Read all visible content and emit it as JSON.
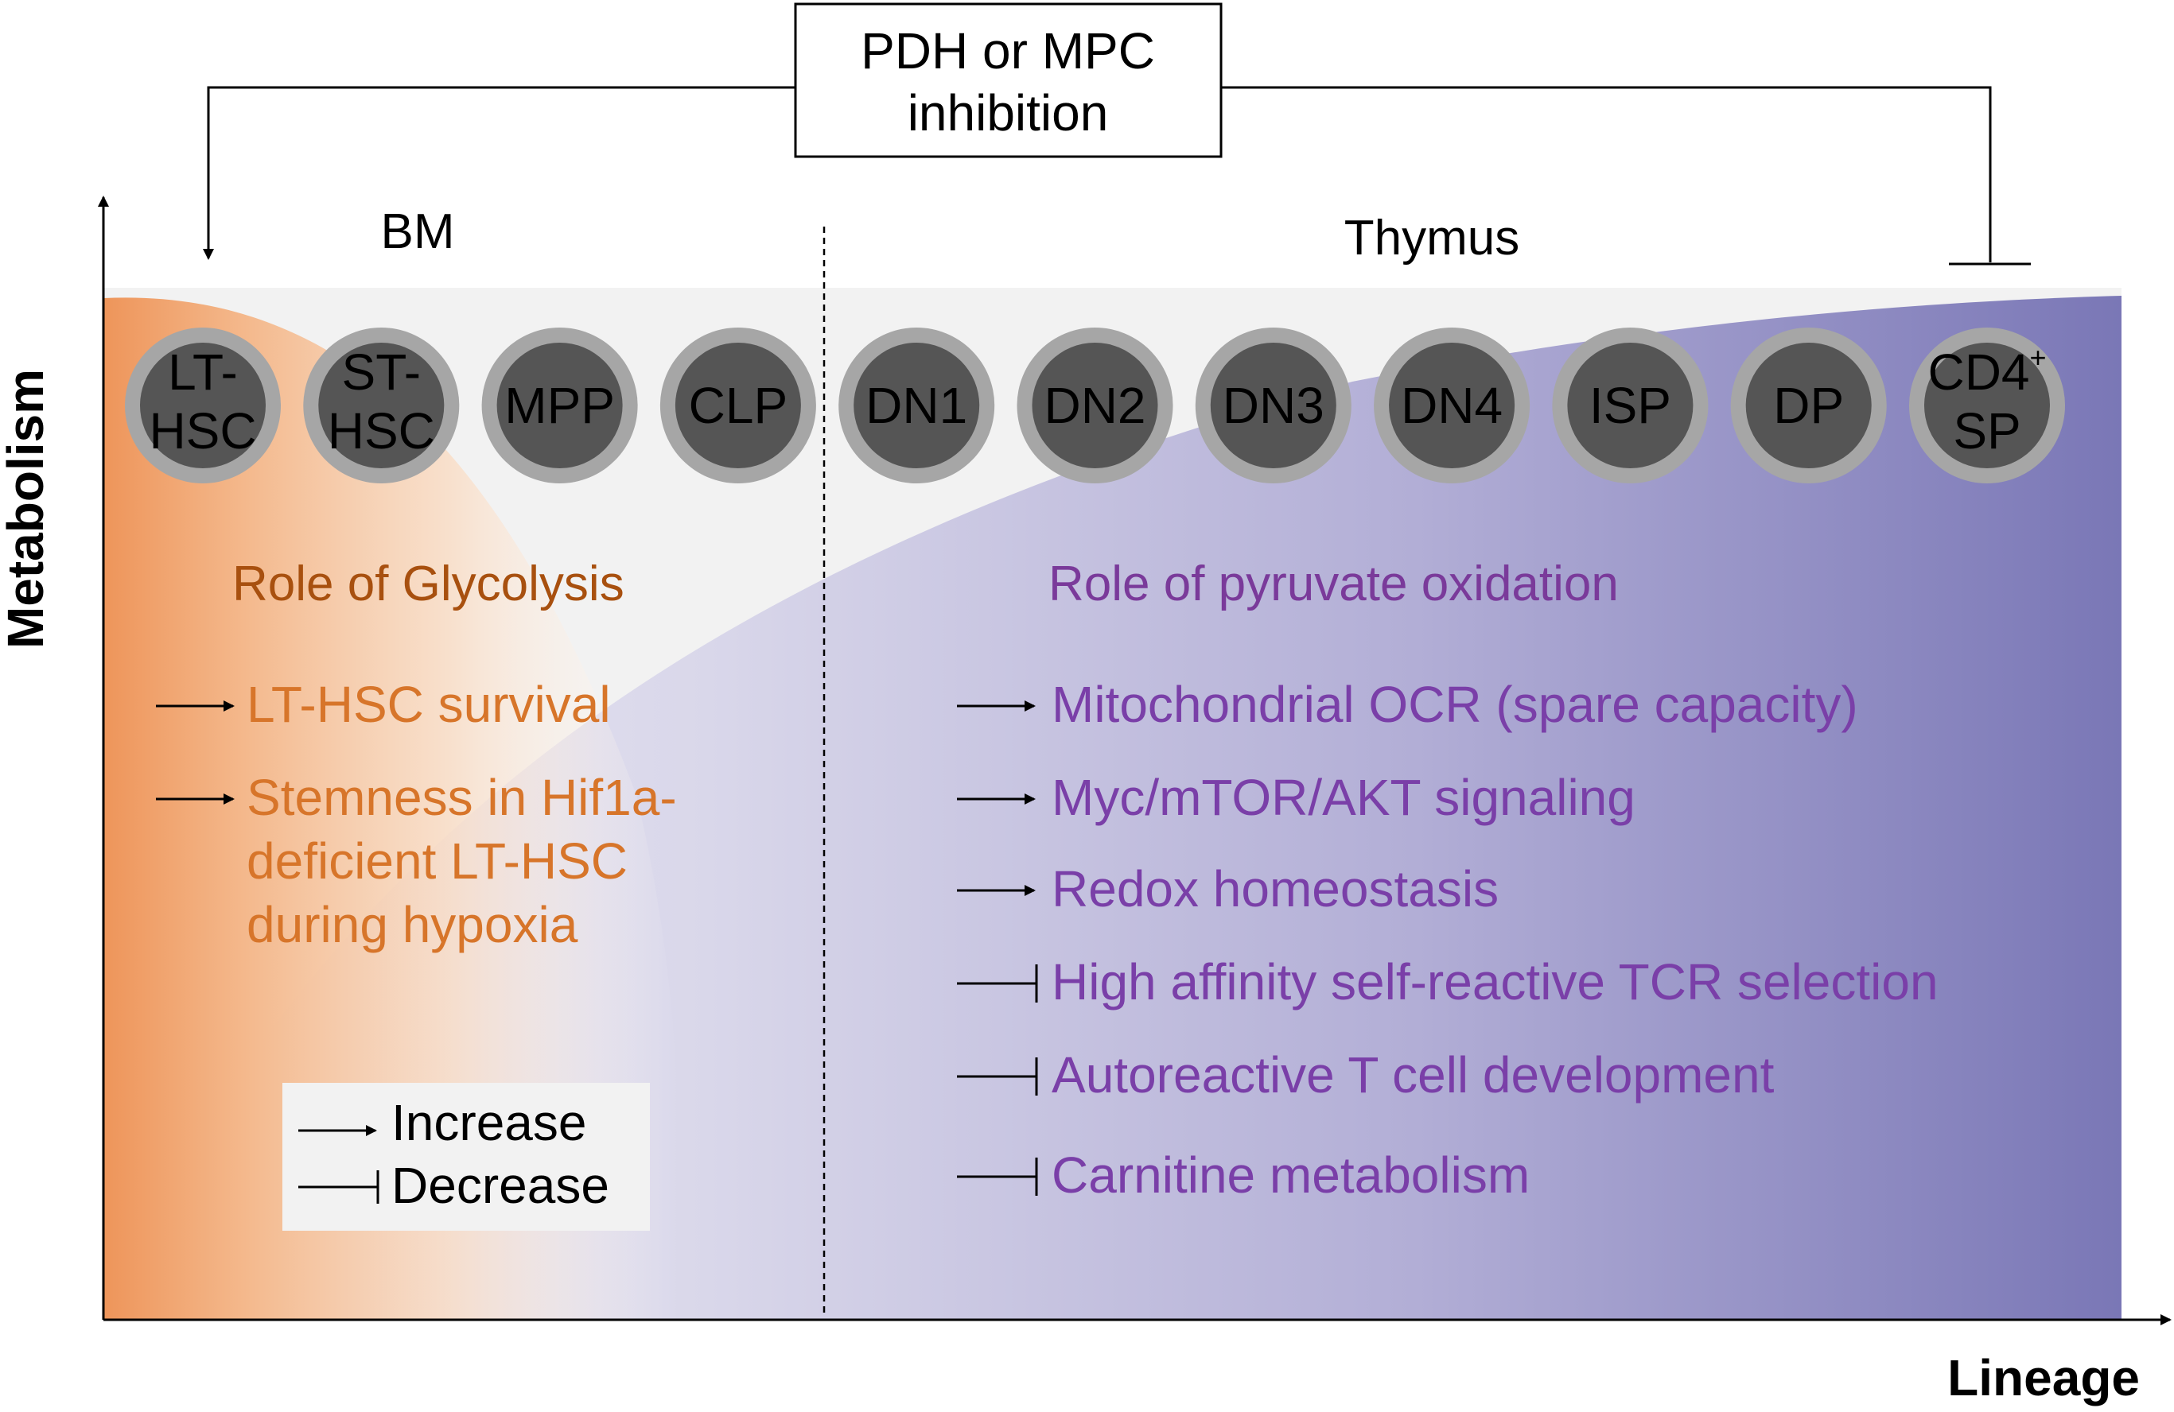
{
  "inhibitor": {
    "line1": "PDH or MPC",
    "line2": "inhibition"
  },
  "regions": {
    "left": "BM",
    "right": "Thymus"
  },
  "axes": {
    "y": "Metabolism",
    "x": "Lineage"
  },
  "cells": [
    {
      "lines": [
        "LT-",
        "HSC"
      ]
    },
    {
      "lines": [
        "ST-",
        "HSC"
      ]
    },
    {
      "lines": [
        "MPP"
      ]
    },
    {
      "lines": [
        "CLP"
      ]
    },
    {
      "lines": [
        "DN1"
      ]
    },
    {
      "lines": [
        "DN2"
      ]
    },
    {
      "lines": [
        "DN3"
      ]
    },
    {
      "lines": [
        "DN4"
      ]
    },
    {
      "lines": [
        "ISP"
      ]
    },
    {
      "lines": [
        "DP"
      ]
    },
    {
      "lines": [
        "CD4",
        "SP"
      ],
      "superscript": "+"
    }
  ],
  "glycolysis": {
    "title": "Role of Glycolysis",
    "items": [
      {
        "effect": "increase",
        "lines": [
          "LT-HSC survival"
        ]
      },
      {
        "effect": "increase",
        "lines": [
          "Stemness in Hif1a-",
          "deficient LT-HSC",
          "during hypoxia"
        ]
      }
    ]
  },
  "pyruvate": {
    "title": "Role of pyruvate oxidation",
    "items": [
      {
        "effect": "increase",
        "lines": [
          "Mitochondrial OCR (spare capacity)"
        ]
      },
      {
        "effect": "increase",
        "lines": [
          "Myc/mTOR/AKT signaling"
        ]
      },
      {
        "effect": "increase",
        "lines": [
          "Redox homeostasis"
        ]
      },
      {
        "effect": "decrease",
        "lines": [
          "High affinity self-reactive TCR selection"
        ]
      },
      {
        "effect": "decrease",
        "lines": [
          "Autoreactive T cell development"
        ]
      },
      {
        "effect": "decrease",
        "lines": [
          "Carnitine metabolism"
        ]
      }
    ]
  },
  "legend": {
    "increase": "Increase",
    "decrease": "Decrease"
  },
  "colors": {
    "glycolysis_orange": "#ee9a5e",
    "pyruvate_purple": "#7a78b8",
    "cell_outer": "#a6a6a6",
    "cell_inner": "#555555"
  }
}
